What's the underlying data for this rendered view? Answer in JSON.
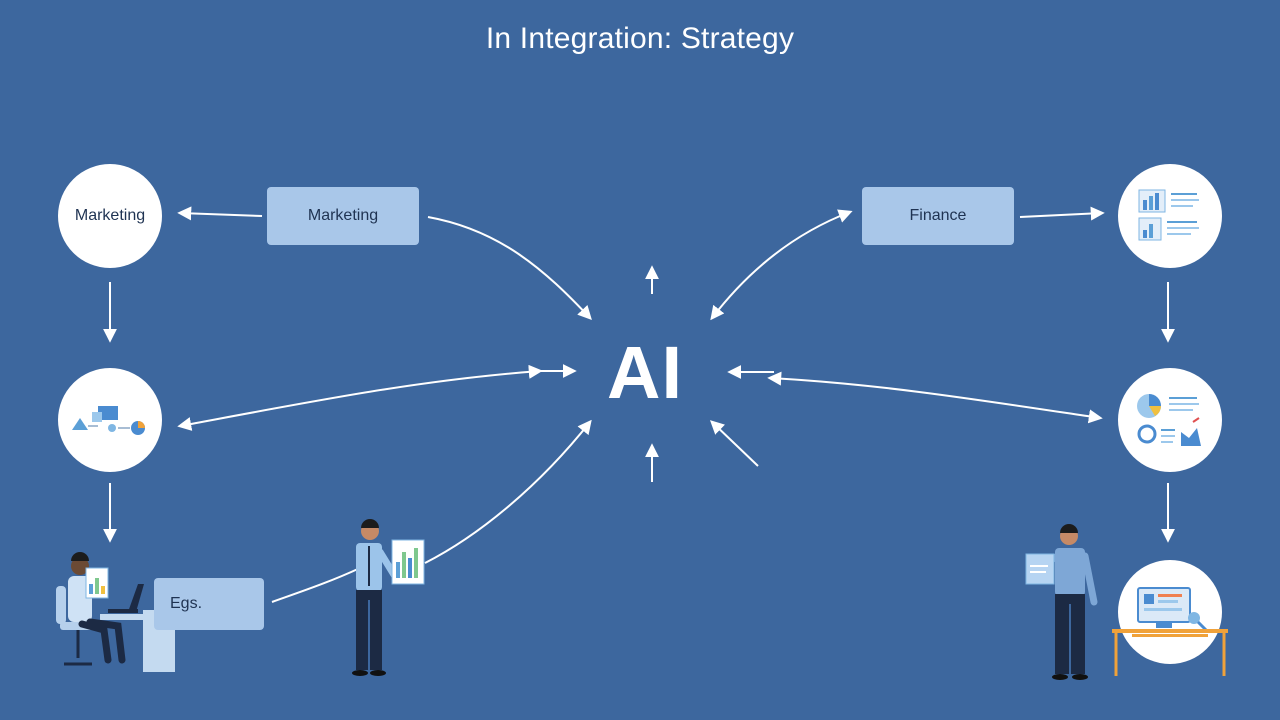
{
  "title": "In Integration: Strategy",
  "center_label": "AI",
  "nodes": {
    "marketing_circle": "Marketing",
    "marketing_box": "Marketing",
    "finance_box": "Finance",
    "egs_box": "Egs."
  },
  "icons": {
    "top_right_circle": "dashboard-chart-icon",
    "mid_left_circle": "workflow-diagram-icon",
    "mid_right_circle": "analytics-pie-chart-icon",
    "bottom_right_circle": "computer-workstation-icon"
  },
  "colors": {
    "background": "#3d679e",
    "box_fill": "#a9c7e9",
    "circle_fill": "#ffffff",
    "arrow": "#ffffff"
  }
}
